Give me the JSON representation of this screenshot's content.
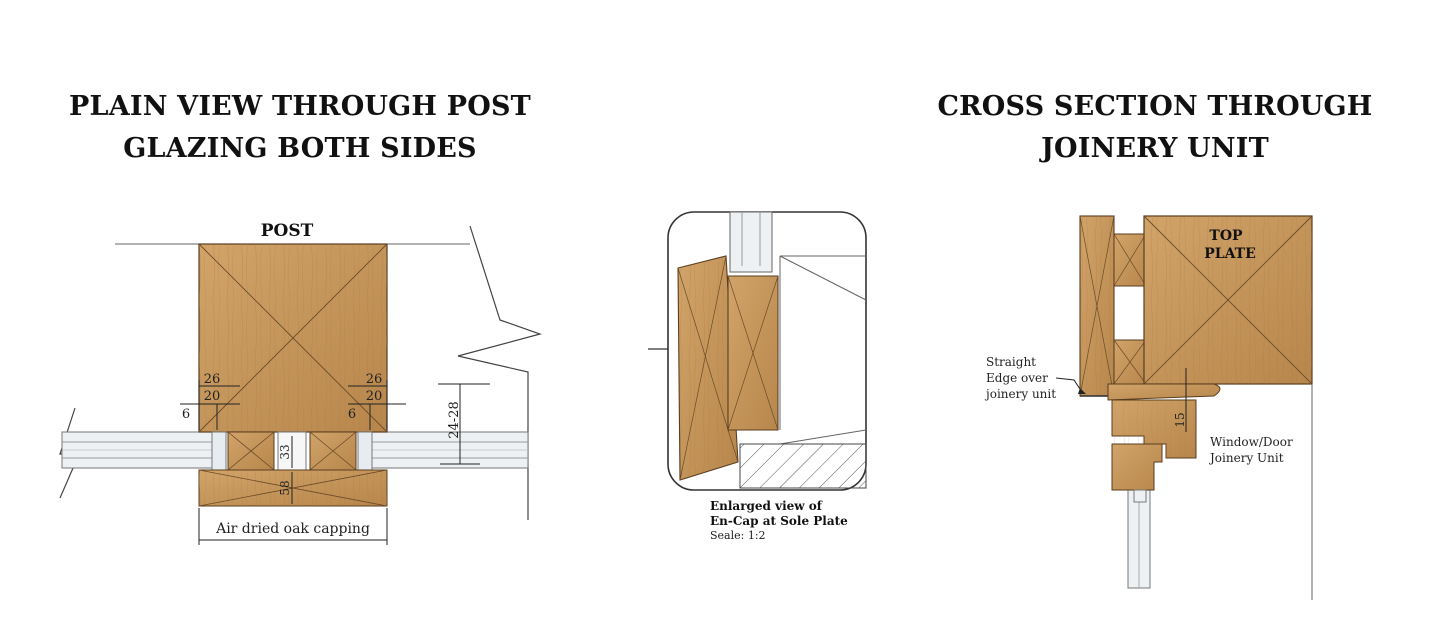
{
  "titles": {
    "left_line1": "PLAIN VIEW THROUGH POST",
    "left_line2": "GLAZING BOTH SIDES",
    "right_line1": "CROSS SECTION THROUGH",
    "right_line2": "JOINERY UNIT"
  },
  "left_diagram": {
    "post_label": "POST",
    "dim_26_left": "26",
    "dim_20_left": "20",
    "dim_6_left": "6",
    "dim_26_right": "26",
    "dim_20_right": "20",
    "dim_6_right": "6",
    "dim_24_28": "24-28",
    "dim_33": "33",
    "dim_58": "58",
    "capping_label": "Air dried oak capping"
  },
  "middle_diagram": {
    "caption_line1": "Enlarged view of",
    "caption_line2": "En-Cap at Sole Plate",
    "scale": "Seale: 1:2"
  },
  "right_diagram": {
    "top_plate_line1": "TOP",
    "top_plate_line2": "PLATE",
    "straight_edge_line1": "Straight",
    "straight_edge_line2": "Edge over",
    "straight_edge_line3": "joinery unit",
    "dim_15": "15",
    "window_line1": "Window/Door",
    "window_line2": "Joinery Unit"
  },
  "colors": {
    "oak": "#c99a5e",
    "oak_dark": "#a9763f",
    "line": "#333333",
    "glass": "#e6ecef"
  }
}
